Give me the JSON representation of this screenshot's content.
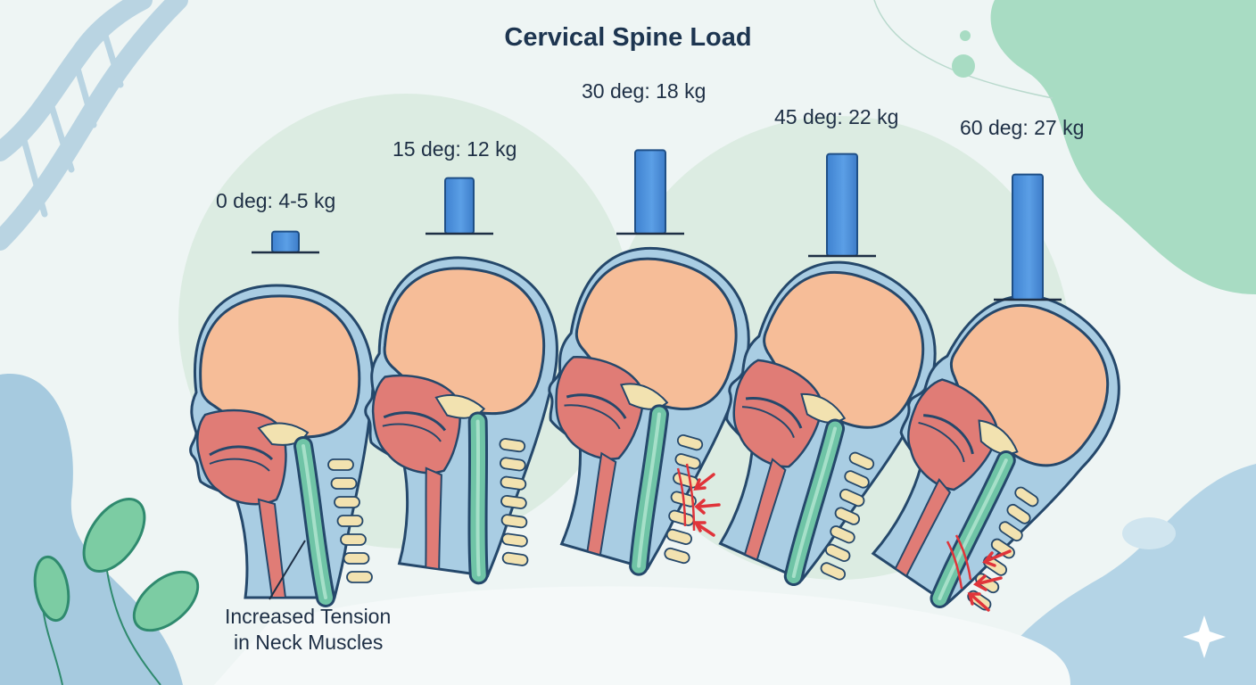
{
  "title": "Cervical Spine Load",
  "stages": [
    {
      "label": "0 deg: 4-5 kg",
      "angle_deg": 0,
      "load_kg": 4.5
    },
    {
      "label": "15 deg: 12 kg",
      "angle_deg": 15,
      "load_kg": 12
    },
    {
      "label": "30 deg: 18 kg",
      "angle_deg": 30,
      "load_kg": 18
    },
    {
      "label": "45 deg: 22 kg",
      "angle_deg": 45,
      "load_kg": 22
    },
    {
      "label": "60 deg: 27 kg",
      "angle_deg": 60,
      "load_kg": 27
    }
  ],
  "annotation": {
    "line1": "Increased Tension",
    "line2": "in Neck Muscles"
  },
  "colors": {
    "background": "#eef5f4",
    "bar": "#4a8fd8",
    "skin": "#a9cde3",
    "skull": "#f6bd98",
    "bone": "#f2e2b0",
    "muscle": "#e07c76",
    "spinal_cord": "#6fc4a6",
    "strain_arrow": "#e0343a"
  }
}
